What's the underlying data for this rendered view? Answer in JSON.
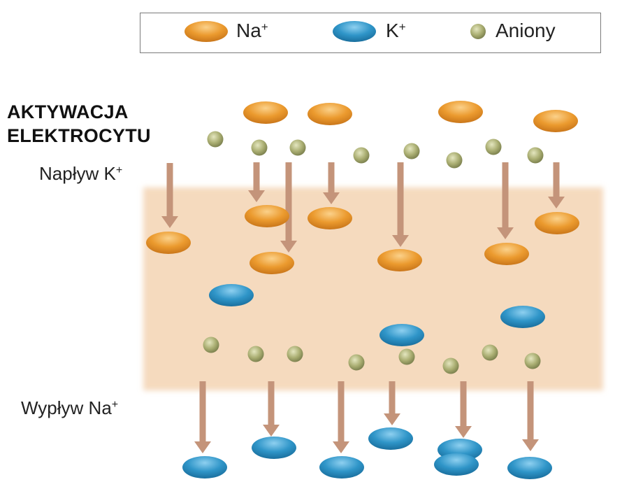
{
  "legend": {
    "na_label": "Na",
    "na_sup": "+",
    "k_label": "K",
    "k_sup": "+",
    "anion_label": "Aniony"
  },
  "title": {
    "line1": "AKTYWACJA",
    "line2": "ELEKTROCYTU"
  },
  "labels": {
    "influx": "Napływ K",
    "influx_sup": "+",
    "efflux": "Wypływ Na",
    "efflux_sup": "+"
  },
  "colors": {
    "sodium": "#e8962a",
    "potassium": "#2f95c8",
    "anion": "#a9ad72",
    "membrane": "#f6dcc0",
    "arrow": "#c4947a",
    "legend_border": "#7a7a7a"
  }
}
